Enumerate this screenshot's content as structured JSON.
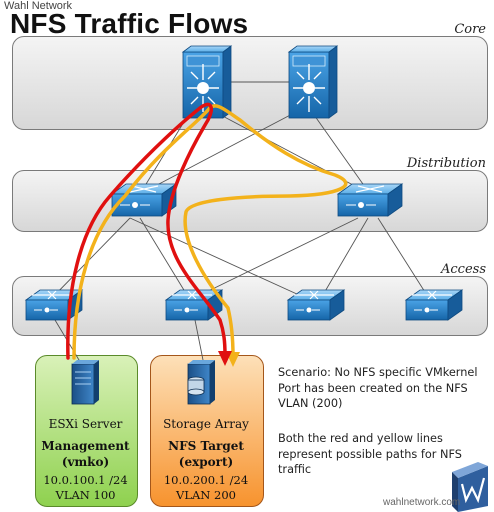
{
  "brand": "Wahl Network",
  "title": "NFS Traffic Flows",
  "layers": {
    "core": "Core",
    "distribution": "Distribution",
    "access": "Access"
  },
  "esxi": {
    "name": "ESXi Server",
    "network_title": "Management",
    "network_sub": "(vmko)",
    "ip": "10.0.100.1 /24",
    "vlan": "VLAN 100"
  },
  "storage": {
    "name": "Storage Array",
    "network_title": "NFS Target",
    "network_sub": "(export)",
    "ip": "10.0.200.1 /24",
    "vlan": "VLAN 200"
  },
  "notes": {
    "scenario": "Scenario: No NFS specific VMkernel Port has been created on the NFS VLAN (200)",
    "paths": "Both the red and yellow lines represent possible paths for NFS traffic"
  },
  "footer_brand": "wahlnetwork.com",
  "colors": {
    "switch_blue": "#1f78c1",
    "red_path": "#e01010",
    "yellow_path": "#f3b21b",
    "esxi_green": "#8fd14f",
    "storage_orange": "#f7932e"
  }
}
